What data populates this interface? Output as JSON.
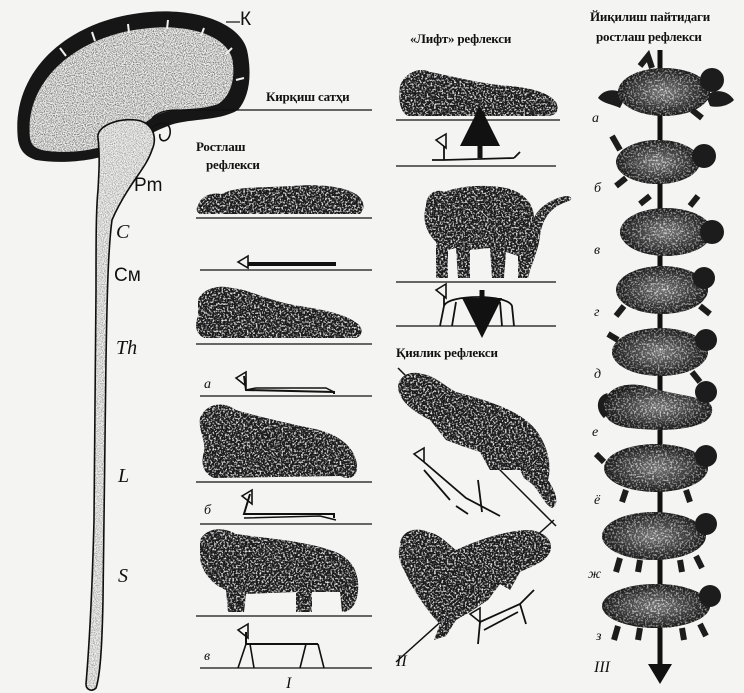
{
  "brain_labels": {
    "k": "К",
    "cut_plane": "Кирқиш сатҳи",
    "pm": "Pm",
    "c": "C",
    "cm": "См",
    "th": "Th",
    "l": "L",
    "s": "S"
  },
  "column1": {
    "title_line1": "Ростлаш",
    "title_line2": "рефлекси",
    "letters": [
      "а",
      "б",
      "в"
    ],
    "numeral": "I"
  },
  "column2": {
    "title": "«Лифт» рефлекси",
    "inclination_title": "Қиялик рефлекси",
    "numeral": "II"
  },
  "column3": {
    "title_line1": "Йиқилиш пайтидаги",
    "title_line2": "ростлаш рефлекси",
    "letters": [
      "а",
      "б",
      "в",
      "г",
      "д",
      "е",
      "ё",
      "ж",
      "з"
    ],
    "numeral": "III"
  },
  "colors": {
    "ink": "#111111",
    "paper": "#f4f4f2",
    "fill": "#1c1c1c"
  }
}
